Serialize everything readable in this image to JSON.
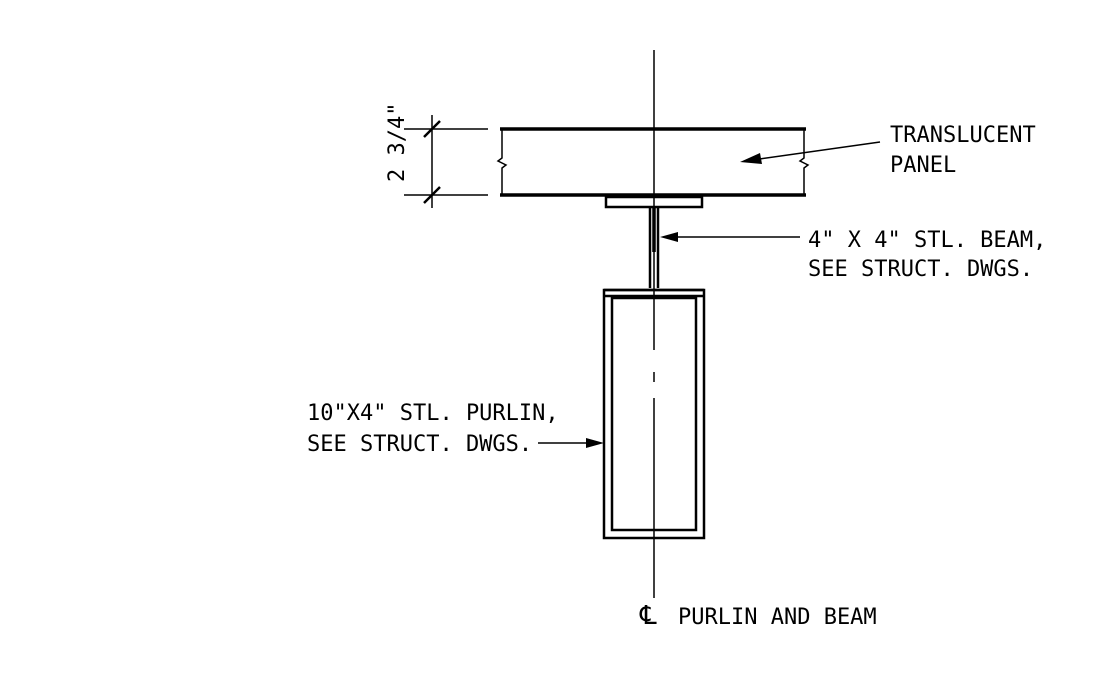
{
  "drawing": {
    "labels": {
      "dimension": "2 3/4\"",
      "panel_line1": "TRANSLUCENT",
      "panel_line2": "PANEL",
      "beam_line1": "4\" X 4\" STL. BEAM,",
      "beam_line2": "SEE STRUCT. DWGS.",
      "purlin_line1": "10\"X4\" STL. PURLIN,",
      "purlin_line2": "SEE STRUCT. DWGS.",
      "centerline_symbol": "℄",
      "centerline": "PURLIN AND BEAM"
    },
    "colors": {
      "line": "#000000",
      "background": "#ffffff"
    }
  }
}
